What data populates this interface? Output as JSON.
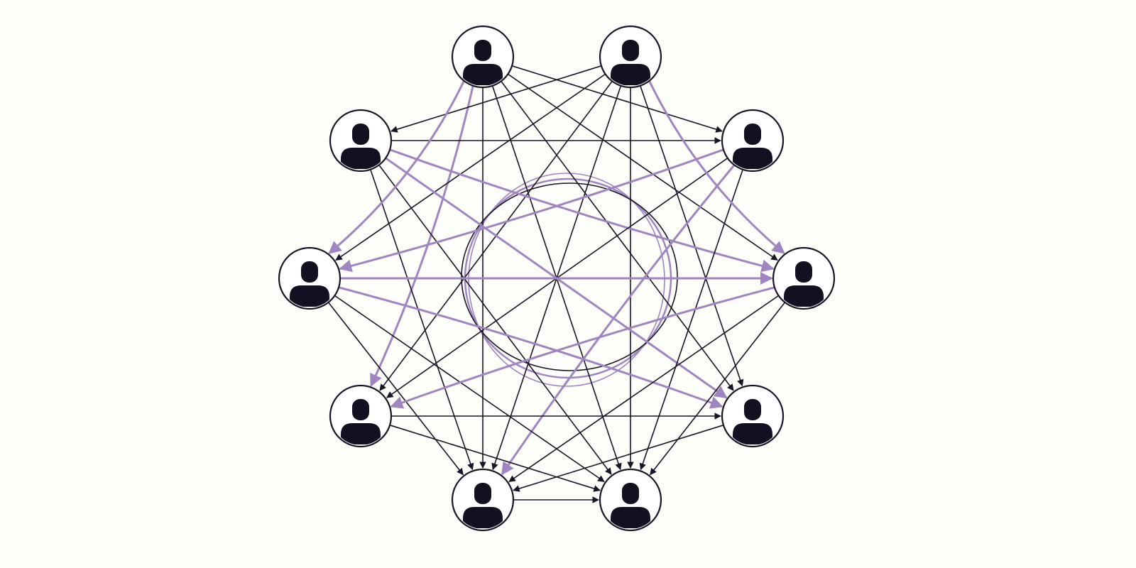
{
  "diagram": {
    "type": "network",
    "node_icon": "person-icon",
    "colors": {
      "background": "#fdfdfa",
      "node_fill": "#ffffff",
      "node_stroke": "#1a1424",
      "icon": "#150f22",
      "edge_dark": "#1a1424",
      "edge_highlight": "#9f86c0"
    },
    "nodes": [
      {
        "id": "top-left"
      },
      {
        "id": "top-right"
      },
      {
        "id": "upper-right"
      },
      {
        "id": "right"
      },
      {
        "id": "lower-right"
      },
      {
        "id": "bottom-right"
      },
      {
        "id": "bottom-left"
      },
      {
        "id": "lower-left"
      },
      {
        "id": "left"
      },
      {
        "id": "upper-left"
      }
    ],
    "edges": [
      [
        "top-left",
        "right",
        "dark"
      ],
      [
        "top-left",
        "lower-right",
        "dark"
      ],
      [
        "top-left",
        "bottom-right",
        "dark"
      ],
      [
        "top-left",
        "bottom-left",
        "dark"
      ],
      [
        "top-left",
        "lower-left",
        "highlight"
      ],
      [
        "top-left",
        "upper-right",
        "dark"
      ],
      [
        "top-right",
        "left",
        "dark"
      ],
      [
        "top-right",
        "lower-left",
        "dark"
      ],
      [
        "top-right",
        "bottom-left",
        "dark"
      ],
      [
        "top-right",
        "bottom-right",
        "dark"
      ],
      [
        "top-right",
        "lower-right",
        "dark"
      ],
      [
        "top-right",
        "upper-left",
        "dark"
      ],
      [
        "upper-left",
        "upper-right",
        "dark"
      ],
      [
        "upper-left",
        "right",
        "highlight"
      ],
      [
        "upper-left",
        "lower-right",
        "highlight"
      ],
      [
        "upper-left",
        "bottom-left",
        "dark"
      ],
      [
        "upper-left",
        "bottom-right",
        "dark"
      ],
      [
        "upper-right",
        "left",
        "highlight"
      ],
      [
        "upper-right",
        "lower-left",
        "dark"
      ],
      [
        "upper-right",
        "bottom-right",
        "dark"
      ],
      [
        "upper-right",
        "bottom-left",
        "highlight"
      ],
      [
        "left",
        "right",
        "highlight"
      ],
      [
        "left",
        "lower-right",
        "highlight"
      ],
      [
        "left",
        "bottom-right",
        "dark"
      ],
      [
        "left",
        "bottom-left",
        "dark"
      ],
      [
        "right",
        "lower-left",
        "highlight"
      ],
      [
        "right",
        "bottom-left",
        "dark"
      ],
      [
        "right",
        "bottom-right",
        "dark"
      ],
      [
        "lower-left",
        "lower-right",
        "dark"
      ],
      [
        "lower-left",
        "bottom-right",
        "dark"
      ],
      [
        "lower-right",
        "bottom-left",
        "dark"
      ],
      [
        "bottom-left",
        "bottom-right",
        "dark"
      ],
      [
        "top-left",
        "left",
        "highlight"
      ],
      [
        "top-right",
        "right",
        "highlight"
      ]
    ]
  }
}
